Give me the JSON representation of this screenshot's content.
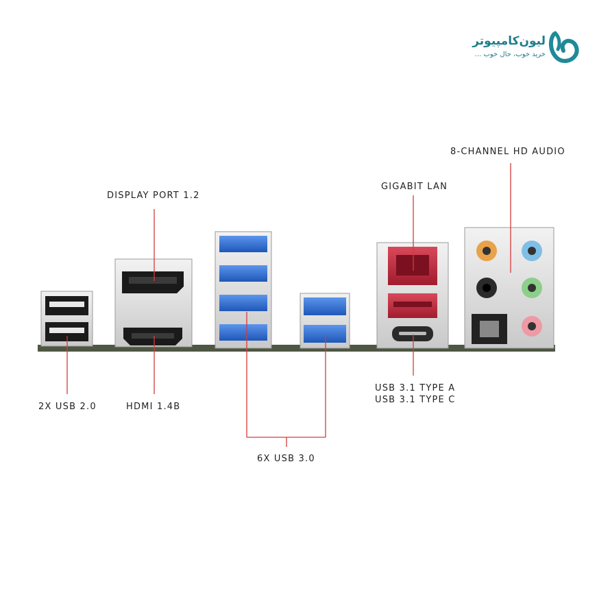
{
  "brand": {
    "name": "لیون‌کامپیوتر",
    "slogan": "خرید خوب، حال خوب ...",
    "color": "#1f8a98"
  },
  "callouts": {
    "display_port": "DISPLAY PORT 1.2",
    "gigabit_lan": "GIGABIT LAN",
    "hd_audio": "8-CHANNEL HD AUDIO",
    "usb20": "2X USB 2.0",
    "hdmi": "HDMI 1.4B",
    "usb31a": "USB 3.1 TYPE A",
    "usb31c": "USB 3.1 TYPE C",
    "usb30": "6X USB 3.0"
  },
  "colors": {
    "leader_line": "#d63a3a",
    "usb3_blue": "#2f6fd0",
    "lan_red": "#b8283a",
    "pcb": "#4a5340",
    "audio_orange": "#e8a24a",
    "audio_blue": "#7fbfe6",
    "audio_green": "#8ccf8a",
    "audio_pink": "#ee9aa4",
    "audio_black": "#222222"
  }
}
